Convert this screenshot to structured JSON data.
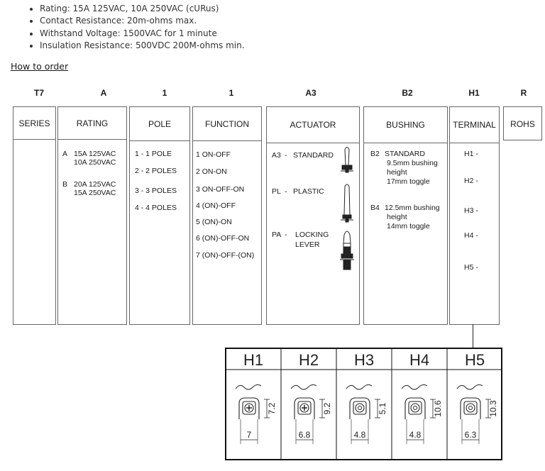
{
  "specs": [
    "Rating: 15A 125VAC, 10A 250VAC (cURus)",
    "Contact Resistance: 20m-ohms max.",
    "Withstand Voltage: 1500VAC for 1 minute",
    "Insulation Resistance: 500VDC 200M-ohms min."
  ],
  "how_to_order": "How to order",
  "order_code": [
    "T7",
    "A",
    "1",
    "1",
    "A3",
    "B2",
    "H1",
    "R"
  ],
  "columns": {
    "series": {
      "header": "SERIES"
    },
    "rating": {
      "header": "RATING",
      "options": [
        {
          "code": "A",
          "line1": "15A 125VAC",
          "line2": "10A 250VAC"
        },
        {
          "code": "B",
          "line1": "20A 125VAC",
          "line2": "15A 250VAC"
        }
      ]
    },
    "pole": {
      "header": "POLE",
      "options": [
        "1 - 1 POLE",
        "2 - 2 POLES",
        "3 - 3 POLES",
        "4 - 4 POLES"
      ]
    },
    "function": {
      "header": "FUNCTION",
      "options": [
        "1 ON-OFF",
        "2 ON-ON",
        "3 ON-OFF-ON",
        "4 (ON)-OFF",
        "5 (ON)-ON",
        "6 (ON)-OFF-ON",
        "7 (ON)-OFF-(ON)"
      ]
    },
    "actuator": {
      "header": "ACTUATOR",
      "options": [
        {
          "code": "A3",
          "label": "STANDARD"
        },
        {
          "code": "PL",
          "label": "PLASTIC"
        },
        {
          "code": "PA",
          "label": "LOCKING",
          "label2": "LEVER"
        }
      ]
    },
    "bushing": {
      "header": "BUSHING",
      "options": [
        {
          "code": "B2",
          "label": "STANDARD",
          "l2": "9.5mm bushing",
          "l3": "height",
          "l4": "17mm toggle"
        },
        {
          "code": "B4",
          "label": "12.5mm bushing",
          "l2": "height",
          "l3": "14mm toggle"
        }
      ]
    },
    "terminal": {
      "header": "TERMINAL",
      "options": [
        "H1 -",
        "H2 -",
        "H3 -",
        "H4 -",
        "H5 -"
      ]
    },
    "rohs": {
      "header": "ROHS"
    }
  },
  "terminal_diagram": {
    "types": [
      {
        "name": "H1",
        "height_dim": "7.2",
        "width_dim": "7"
      },
      {
        "name": "H2",
        "height_dim": "9.2",
        "width_dim": "6.8"
      },
      {
        "name": "H3",
        "height_dim": "5.1",
        "width_dim": "4.8"
      },
      {
        "name": "H4",
        "height_dim": "10.6",
        "width_dim": "4.8"
      },
      {
        "name": "H5",
        "height_dim": "10.3",
        "width_dim": "6.3"
      }
    ]
  }
}
